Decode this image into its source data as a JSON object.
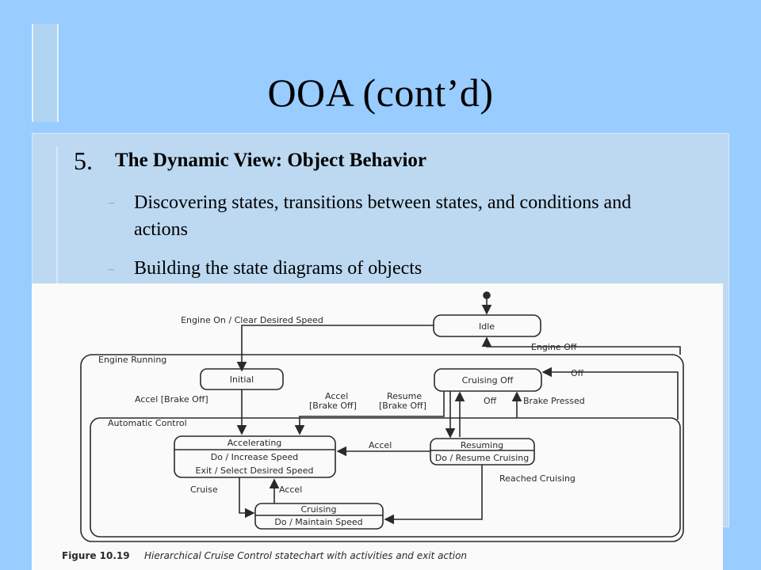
{
  "slide": {
    "title": "OOA (cont’d)",
    "section_number": "5.",
    "section_title": "The Dynamic View: Object Behavior",
    "bullets": [
      "Discovering states, transitions between states, and conditions and actions",
      "Building the state diagrams of objects"
    ],
    "dash_glyph": "–"
  },
  "statechart": {
    "composite_states": [
      "Engine Running",
      "Automatic Control"
    ],
    "states": {
      "idle": "Idle",
      "initial": "Initial",
      "cruising_off": "Cruising Off",
      "accelerating": "Accelerating",
      "accelerating_do": "Do / Increase Speed",
      "accelerating_exit": "Exit / Select Desired Speed",
      "resuming": "Resuming",
      "resuming_do": "Do / Resume Cruising",
      "cruising": "Cruising",
      "cruising_do": "Do / Maintain Speed"
    },
    "transitions": {
      "engine_on": "Engine On / Clear Desired Speed",
      "engine_off": "Engine Off",
      "off_top": "Off",
      "accel_brake_off_left": "Accel [Brake Off]",
      "accel_center_1": "Accel",
      "accel_center_2": "[Brake Off]",
      "resume_1": "Resume",
      "resume_2": "[Brake Off]",
      "off_mid": "Off",
      "brake_pressed": "Brake Pressed",
      "accel_mid": "Accel",
      "cruise": "Cruise",
      "accel_low": "Accel",
      "reached_cruising": "Reached Cruising"
    },
    "figure_number": "Figure 10.19",
    "caption": "Hierarchical Cruise Control statechart with activities and exit action"
  },
  "colors": {
    "background": "#99ccff",
    "content_panel": "#bcd9f1",
    "diagram_ink": "#2a2a2a"
  }
}
